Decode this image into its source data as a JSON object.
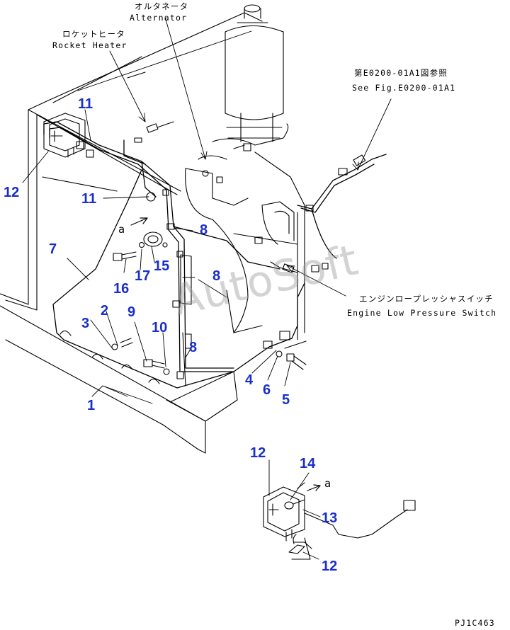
{
  "callouts": {
    "alternator_jp": "オルタネータ",
    "alternator_en": "Alternator",
    "rocket_heater_jp": "ロケットヒータ",
    "rocket_heater_en": "Rocket Heater",
    "see_fig_jp": "第E0200-01A1図参照",
    "see_fig_en": "See Fig.E0200-01A1",
    "pressure_switch_jp": "エンジンロープレッシャスイッチ",
    "pressure_switch_en": "Engine Low Pressure Switch",
    "view_a_main": "a",
    "view_a_detail": "a"
  },
  "part_numbers": {
    "p1": "1",
    "p2": "2",
    "p3": "3",
    "p4": "4",
    "p5": "5",
    "p6": "6",
    "p7": "7",
    "p8a": "8",
    "p8b": "8",
    "p8c": "8",
    "p9": "9",
    "p10": "10",
    "p11a": "11",
    "p11b": "11",
    "p12a": "12",
    "p12b": "12",
    "p12c": "12",
    "p13": "13",
    "p14": "14",
    "p15": "15",
    "p16": "16",
    "p17": "17"
  },
  "watermark": "AutoSoft",
  "drawing_code": "PJ1C463",
  "colors": {
    "part_number": "#1a2ec8",
    "line": "#000000",
    "watermark": "#969696"
  }
}
